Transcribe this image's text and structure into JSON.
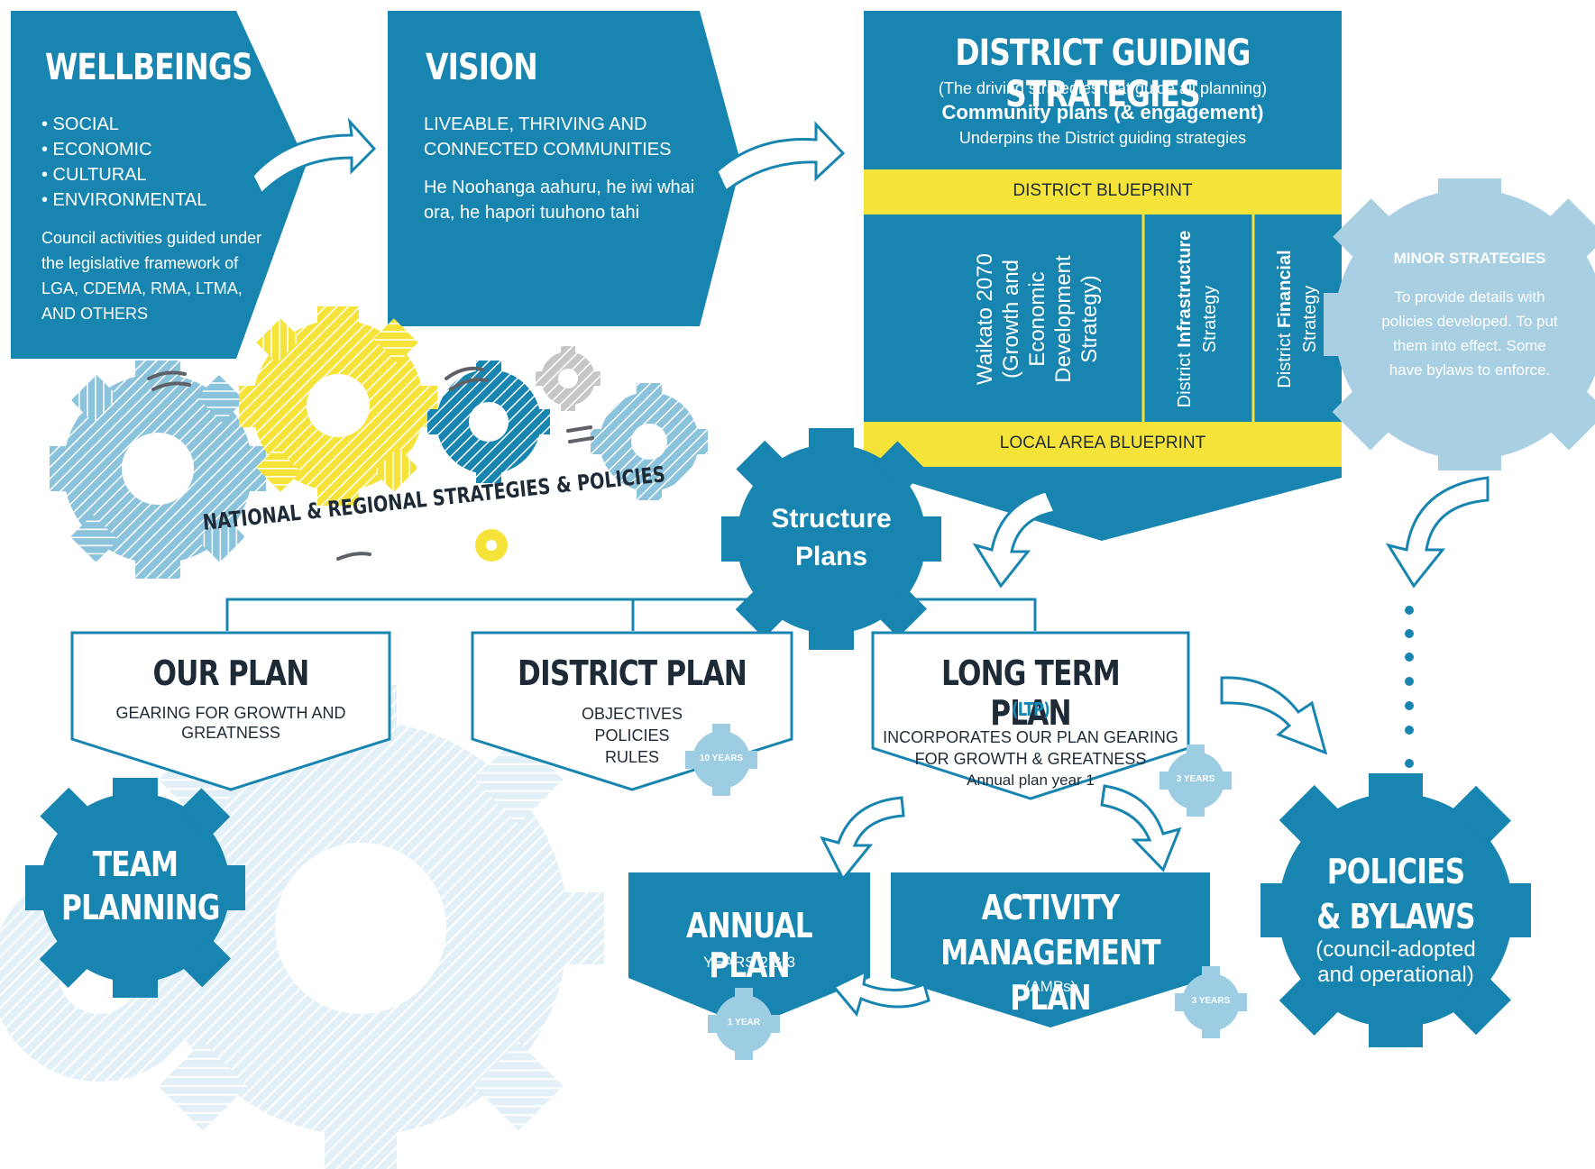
{
  "colors": {
    "blue": "#1785b0",
    "light_blue": "#9ccde3",
    "yellow": "#f6e33a",
    "pale_blue": "#dcedf5",
    "dark_text": "#1e2b36",
    "cloud_blue": "#a8cfe2"
  },
  "wellbeings": {
    "title": "WELLBEINGS",
    "items": [
      "• SOCIAL",
      "• ECONOMIC",
      "• CULTURAL",
      "• ENVIRONMENTAL"
    ],
    "note": "Council activities guided under the legislative framework of LGA, CDEMA, RMA, LTMA, AND OTHERS"
  },
  "vision": {
    "title": "VISION",
    "line1": "LIVEABLE, THRIVING AND CONNECTED COMMUNITIES",
    "line2": "He Noohanga aahuru, he iwi whai ora, he hapori tuuhono tahi"
  },
  "district_guiding": {
    "title": "DISTRICT GUIDING STRATEGIES",
    "subtitle": "(The driving strategies that guide all planning)",
    "community": "Community plans (& engagement)",
    "underpins": "Underpins the District guiding strategies",
    "blueprint": "DISTRICT BLUEPRINT",
    "local_blueprint": "LOCAL AREA BLUEPRINT",
    "waikato": "Waikato 2070 (Growth and Economic Development Strategy)",
    "infra_pre": "District",
    "infra_bold": "Infrastructure",
    "infra_post": "Strategy",
    "fin_pre": "District",
    "fin_bold": "Financial",
    "fin_post": "Strategy"
  },
  "minor": {
    "title": "MINOR STRATEGIES",
    "text": "To provide details with policies developed. To put them into effect. Some have bylaws to enforce."
  },
  "national": "NATIONAL & REGIONAL STRATEGIES & POLICIES",
  "structure": {
    "line1": "Structure",
    "line2": "Plans"
  },
  "our_plan": {
    "title": "OUR PLAN",
    "text": "GEARING FOR GROWTH AND GREATNESS"
  },
  "district_plan": {
    "title": "DISTRICT PLAN",
    "l1": "OBJECTIVES",
    "l2": "POLICIES",
    "l3": "RULES",
    "badge": "10 YEARS"
  },
  "ltp": {
    "title": "LONG TERM PLAN",
    "abbr": "(LTP)",
    "l1": "INCORPORATES OUR PLAN GEARING",
    "l2": "FOR GROWTH & GREATNESS",
    "l3": "Annual plan year 1",
    "badge": "3 YEARS"
  },
  "team": {
    "l1": "TEAM",
    "l2": "PLANNING"
  },
  "annual": {
    "title": "ANNUAL PLAN",
    "sub": "YEARS 2 & 3",
    "badge": "1 YEAR"
  },
  "activity": {
    "l1": "ACTIVITY",
    "l2": "MANAGEMENT PLAN",
    "sub": "(AMPs)",
    "badge": "3 YEARS"
  },
  "policies": {
    "l1": "POLICIES",
    "l2": "& BYLAWS",
    "l3": "(council-adopted",
    "l4": "and operational)"
  }
}
